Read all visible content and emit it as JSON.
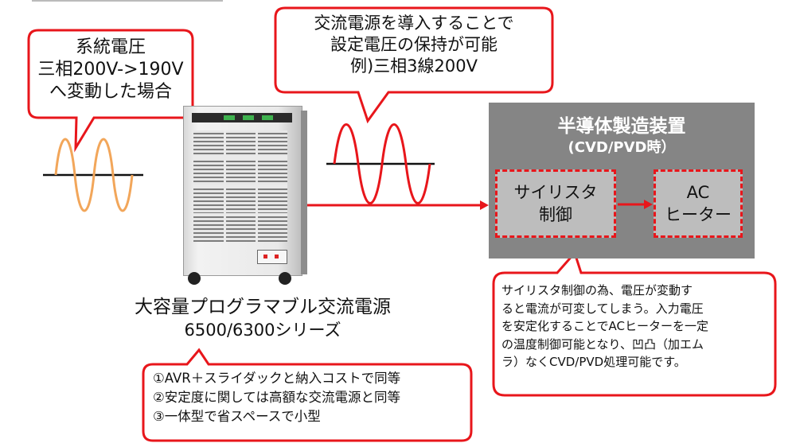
{
  "left_bubble": {
    "lines": [
      "系統電圧",
      "三相200V->190V",
      "へ変動した場合"
    ]
  },
  "top_bubble": {
    "lines": [
      "交流電源を導入することで",
      "設定電圧の保持が可能",
      "例)三相3線200V"
    ]
  },
  "equipment_box": {
    "title": "半導体製造装置",
    "subtitle": "(CVD/PVD時）",
    "thyristor_lines": [
      "サイリスタ",
      "制御"
    ],
    "heater_lines": [
      "AC",
      "ヒーター"
    ]
  },
  "product": {
    "name": "大容量プログラマブル交流電源",
    "series": "6500/6300シリーズ"
  },
  "right_bubble": {
    "lines": [
      "サイリスタ制御の為、電圧が変動す",
      "ると電流が可変してしまう。入力電圧",
      "を安定化することでACヒーターを一定",
      "の温度制御可能となり、凹凸（加エム",
      "ラ）なくCVD/PVD処理可能です。"
    ]
  },
  "bottom_bubble": {
    "lines": [
      "①AVR＋スライダックと納入コストで同等",
      "②安定度に関しては高額な交流電源と同等",
      "③一体型で省スペースで小型"
    ]
  },
  "colors": {
    "red": "#e8161b",
    "gray_box": "#858585",
    "inner_box": "#bdbdbd",
    "orange_wave": "#f2a65a"
  }
}
